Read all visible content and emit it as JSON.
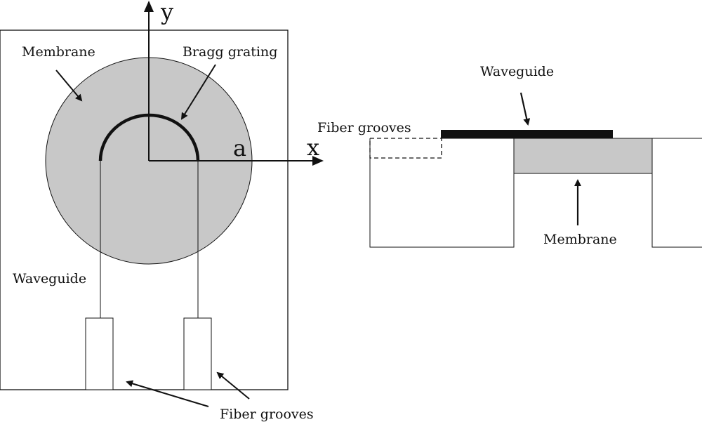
{
  "top_view": {
    "labels": {
      "membrane": "Membrane",
      "bragg_grating": "Bragg grating",
      "waveguide": "Waveguide",
      "fiber_grooves": "Fiber grooves"
    },
    "axes": {
      "y": "y",
      "x": "x",
      "radius": "a"
    }
  },
  "side_view": {
    "labels": {
      "waveguide": "Waveguide",
      "fiber_grooves": "Fiber grooves",
      "membrane": "Membrane"
    }
  },
  "colors": {
    "membrane_fill": "#c8c8c8",
    "stroke": "#111111",
    "waveguide_bar": "#111111",
    "background": "#ffffff"
  }
}
